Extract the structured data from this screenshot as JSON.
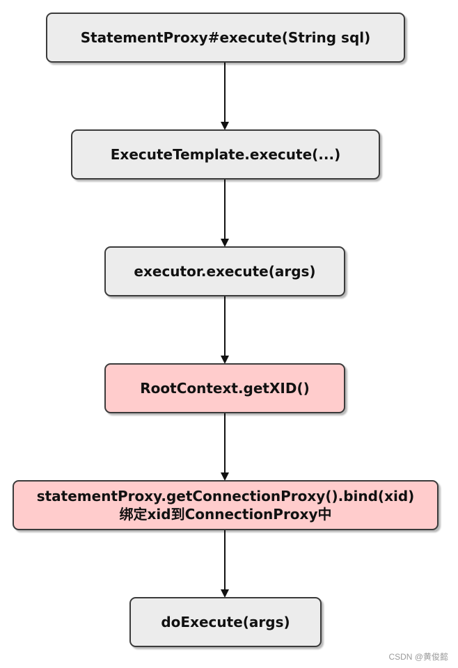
{
  "nodes": [
    {
      "id": "n1",
      "lines": [
        "StatementProxy#execute(String sql)"
      ],
      "style": "normal"
    },
    {
      "id": "n2",
      "lines": [
        "ExecuteTemplate.execute(...)"
      ],
      "style": "normal"
    },
    {
      "id": "n3",
      "lines": [
        "executor.execute(args)"
      ],
      "style": "normal"
    },
    {
      "id": "n4",
      "lines": [
        "RootContext.getXID()"
      ],
      "style": "highlight"
    },
    {
      "id": "n5",
      "lines": [
        "statementProxy.getConnectionProxy().bind(xid)",
        "绑定xid到ConnectionProxy中"
      ],
      "style": "highlight"
    },
    {
      "id": "n6",
      "lines": [
        "doExecute(args)"
      ],
      "style": "normal"
    }
  ],
  "colors": {
    "node_fill": "#ececec",
    "highlight_fill": "#ffcccc",
    "border": "#3a3a3a",
    "arrow": "#111111"
  },
  "watermark": "CSDN @黄俊懿"
}
